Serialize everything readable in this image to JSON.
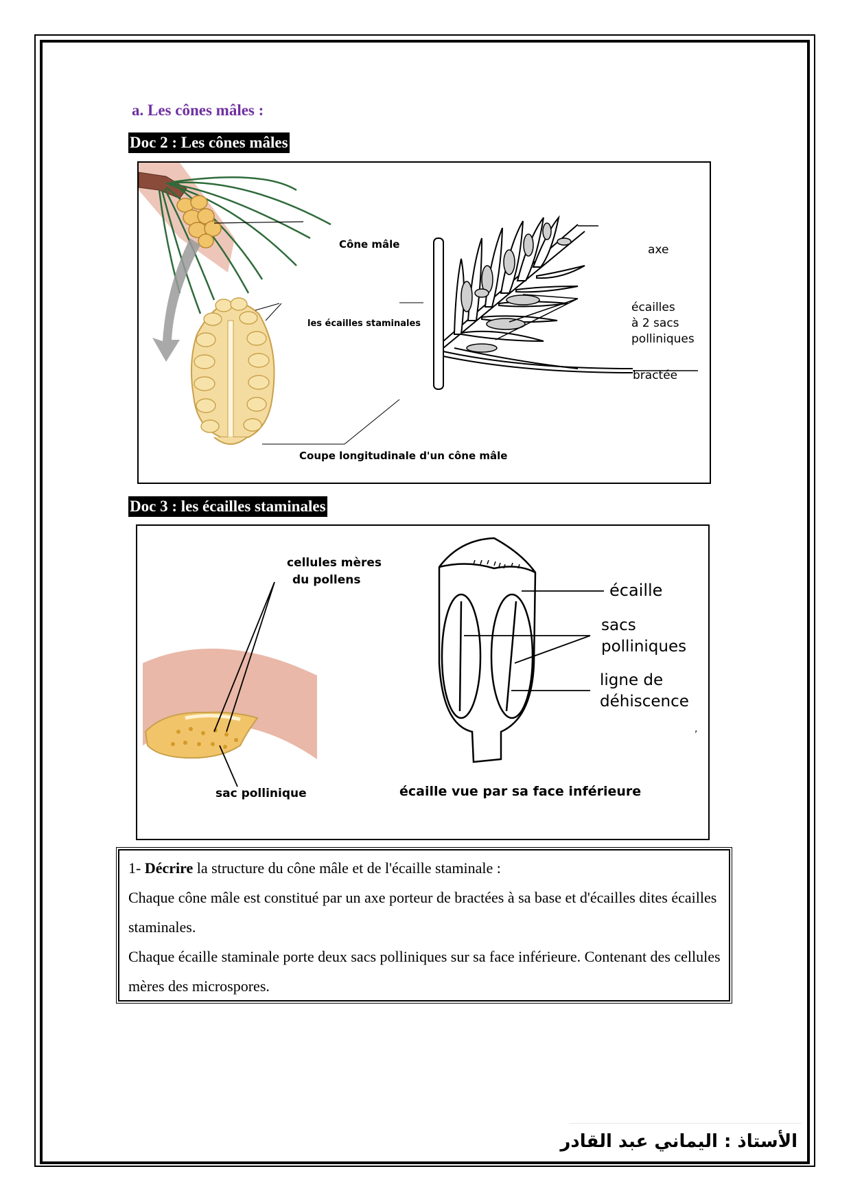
{
  "section": {
    "title": "a. Les cônes mâles :"
  },
  "doc2": {
    "label": "Doc 2 : Les cônes mâles",
    "labels": {
      "cone_male": "Cône mâle",
      "ecailles_staminales": "les écailles staminales",
      "coupe": "Coupe longitudinale d'un cône mâle",
      "axe": "axe",
      "ecailles_l1": "écailles",
      "ecailles_l2": "à 2 sacs",
      "ecailles_l3": "polliniques",
      "bractee": "bractée"
    }
  },
  "doc3": {
    "label": "Doc 3 : les écailles staminales",
    "labels": {
      "cellules_l1": "cellules mères",
      "cellules_l2": "du pollens",
      "sac_pollinique": "sac pollinique",
      "ecaille": "écaille",
      "sacs_l1": "sacs",
      "sacs_l2": "polliniques",
      "ligne_l1": "ligne de",
      "ligne_l2": "déhiscence",
      "ecaille_vue": "écaille vue par sa face inférieure",
      "comma": ","
    }
  },
  "answer": {
    "question_num": "1- ",
    "question_bold": "Décrire",
    "question_rest": " la structure du cône mâle et de l'écaille staminale :",
    "p1": "Chaque cône mâle est constitué par un axe porteur de bractées à sa base et d'écailles dites écailles staminales.",
    "p2": "Chaque écaille staminale porte deux sacs polliniques sur sa face inférieure. Contenant des cellules mères des microspores."
  },
  "footer": {
    "signature": "الأستاذ : اليماني عبد القادر"
  },
  "colors": {
    "section_title": "#7030a0",
    "cone_fill": "#f2d28a",
    "cone_stroke": "#c9a04a",
    "needle": "#2e6b3a",
    "pink_bg": "#e9b8a8"
  }
}
